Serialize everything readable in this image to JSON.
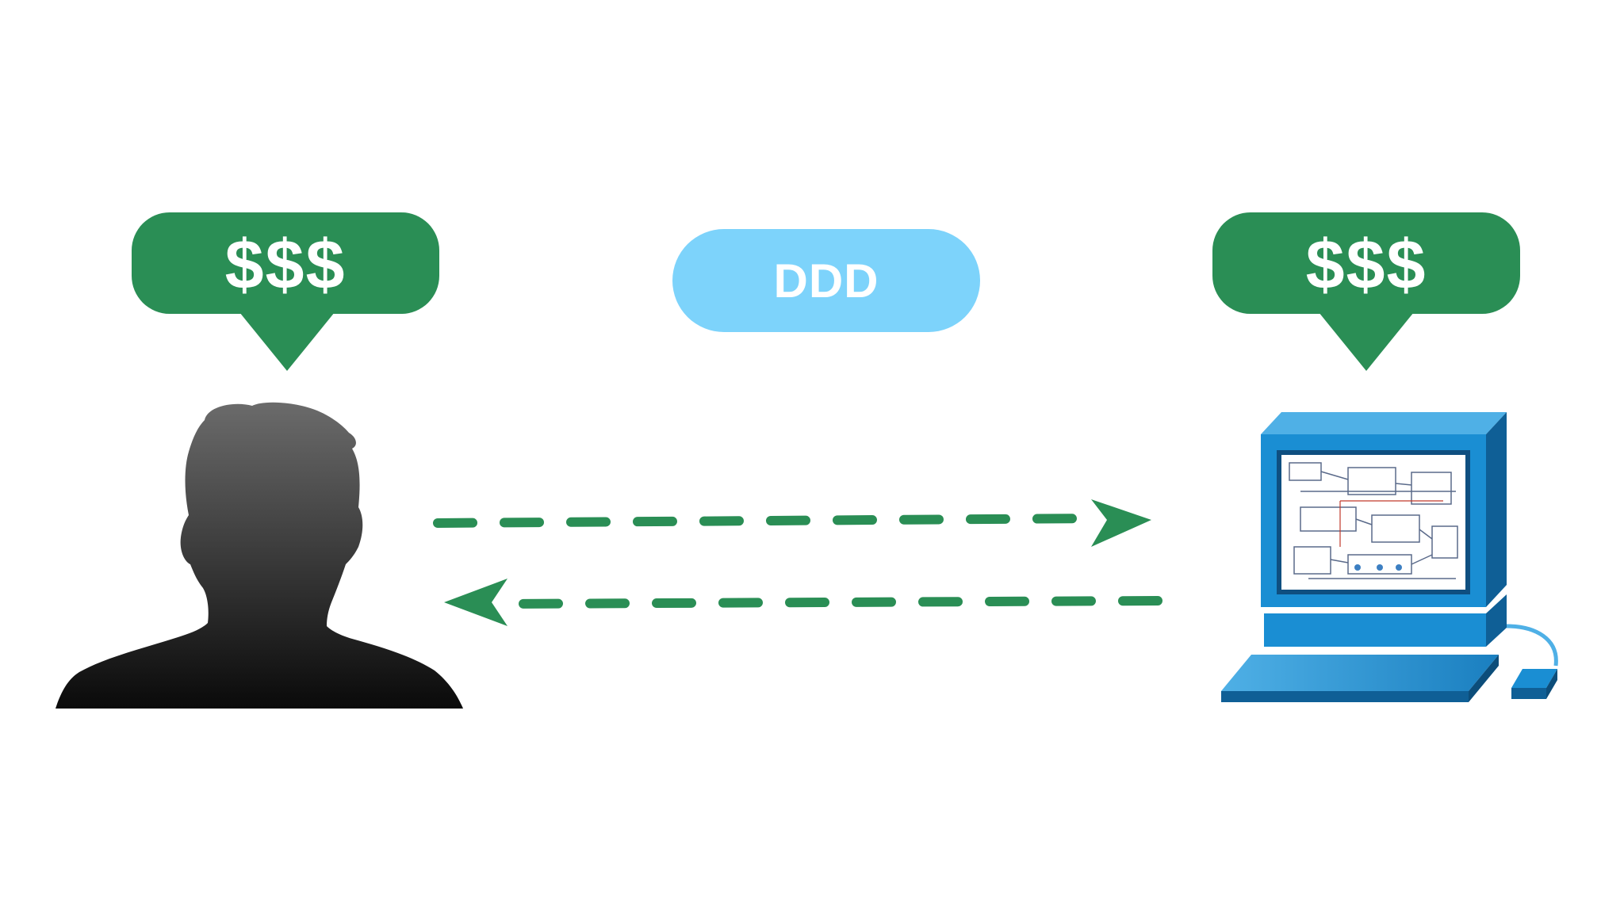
{
  "nodes": {
    "left": {
      "label": "$$$"
    },
    "center": {
      "label": "DDD"
    },
    "right": {
      "label": "$$$"
    }
  },
  "colors": {
    "bubble_green": "#2a8e55",
    "arrow_green": "#2a8e55",
    "pill_blue": "#7dd3fb",
    "person_top": "#6b6b6b",
    "person_bottom": "#0a0a0a",
    "computer_blue": "#1a8ed3",
    "computer_dark": "#0f5f96",
    "computer_light": "#4fb0e6"
  },
  "icons": {
    "person": "person-silhouette-icon",
    "computer": "computer-workstation-icon"
  },
  "arrows": [
    {
      "direction": "right",
      "from": "person",
      "to": "computer"
    },
    {
      "direction": "left",
      "from": "computer",
      "to": "person"
    }
  ]
}
